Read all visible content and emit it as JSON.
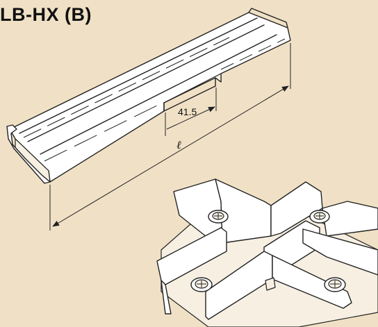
{
  "figure": {
    "title": "LB-HX (B)",
    "notch_dimension": "41.5",
    "length_symbol": "ℓ"
  },
  "colors": {
    "background": "#f0e1c6",
    "line": "#222222",
    "part_fill": "#ffffff"
  }
}
